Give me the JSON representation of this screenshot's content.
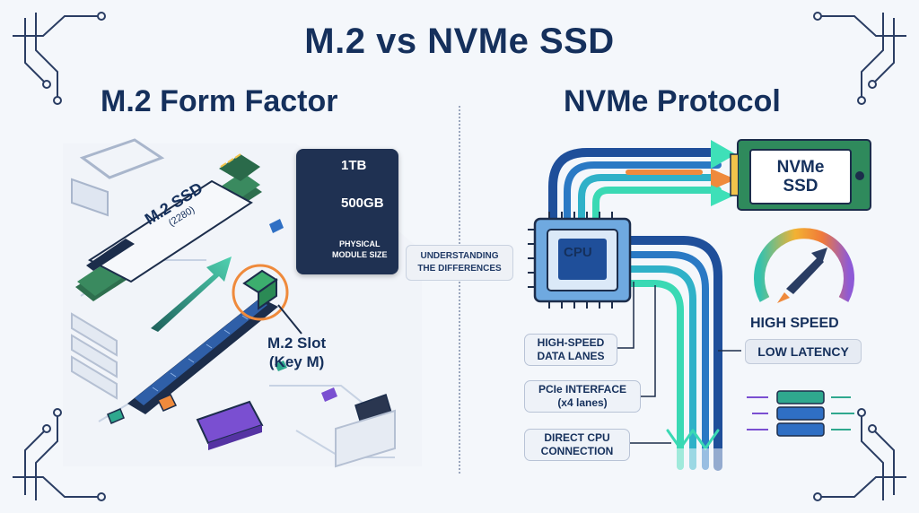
{
  "title": "M.2 vs NVMe SSD",
  "left": {
    "heading": "M.2 Form Factor",
    "ssd_label": "M.2 SSD",
    "ssd_size": "(2280)",
    "capacity_1": "1TB",
    "capacity_2": "500GB",
    "physical_line1": "PHYSICAL",
    "physical_line2": "MODULE SIZE",
    "slot_line1": "M.2 Slot",
    "slot_line2": "(Key M)"
  },
  "center": {
    "line1": "UNDERSTANDING",
    "line2": "THE DIFFERENCES"
  },
  "right": {
    "heading": "NVMe Protocol",
    "cpu_label": "CPU",
    "nvme_line1": "NVMe",
    "nvme_line2": "SSD",
    "high_speed": "HIGH SPEED",
    "low_latency": "LOW LATENCY",
    "lanes_line1": "HIGH-SPEED",
    "lanes_line2": "DATA LANES",
    "pcie_line1": "PCIe INTERFACE",
    "pcie_line2": "(x4 lanes)",
    "direct_line1": "DIRECT CPU",
    "direct_line2": "CONNECTION"
  },
  "colors": {
    "navy": "#15305c",
    "teal": "#2fa88e",
    "blue": "#2f6fc4",
    "orange": "#ef8a3c",
    "purple": "#7a4fd1"
  }
}
